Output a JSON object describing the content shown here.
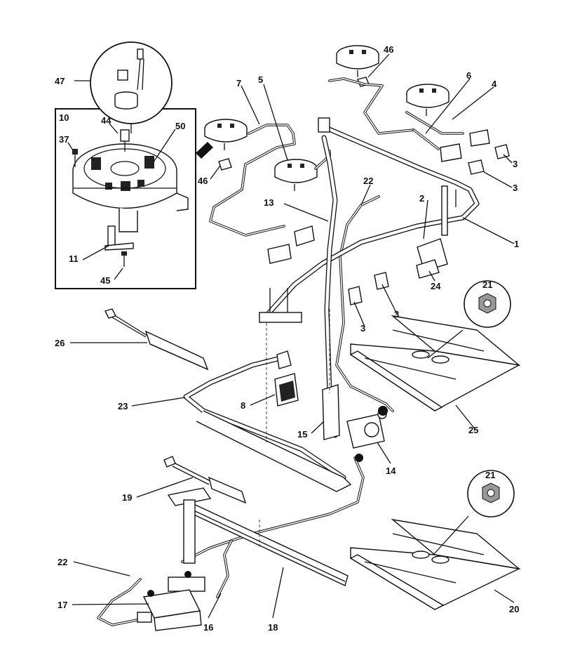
{
  "callouts": [
    {
      "id": "c47",
      "text": "47"
    },
    {
      "id": "c10",
      "text": "10"
    },
    {
      "id": "c44",
      "text": "44"
    },
    {
      "id": "c50",
      "text": "50"
    },
    {
      "id": "c37",
      "text": "37"
    },
    {
      "id": "c11",
      "text": "11"
    },
    {
      "id": "c45",
      "text": "45"
    },
    {
      "id": "c7",
      "text": "7"
    },
    {
      "id": "c5",
      "text": "5"
    },
    {
      "id": "c46a",
      "text": "46"
    },
    {
      "id": "c46b",
      "text": "46"
    },
    {
      "id": "c6",
      "text": "6"
    },
    {
      "id": "c4",
      "text": "4"
    },
    {
      "id": "c3a",
      "text": "3"
    },
    {
      "id": "c3b",
      "text": "3"
    },
    {
      "id": "c3c",
      "text": "3"
    },
    {
      "id": "c3d",
      "text": "3"
    },
    {
      "id": "c2",
      "text": "2"
    },
    {
      "id": "c1",
      "text": "1"
    },
    {
      "id": "c13",
      "text": "13"
    },
    {
      "id": "c22a",
      "text": "22"
    },
    {
      "id": "c24",
      "text": "24"
    },
    {
      "id": "c21a",
      "text": "21"
    },
    {
      "id": "c26",
      "text": "26"
    },
    {
      "id": "c23",
      "text": "23"
    },
    {
      "id": "c8",
      "text": "8"
    },
    {
      "id": "c15",
      "text": "15"
    },
    {
      "id": "c14",
      "text": "14"
    },
    {
      "id": "c25",
      "text": "25"
    },
    {
      "id": "c21b",
      "text": "21"
    },
    {
      "id": "c19",
      "text": "19"
    },
    {
      "id": "c22b",
      "text": "22"
    },
    {
      "id": "c17",
      "text": "17"
    },
    {
      "id": "c16",
      "text": "16"
    },
    {
      "id": "c18",
      "text": "18"
    },
    {
      "id": "c20",
      "text": "20"
    }
  ]
}
